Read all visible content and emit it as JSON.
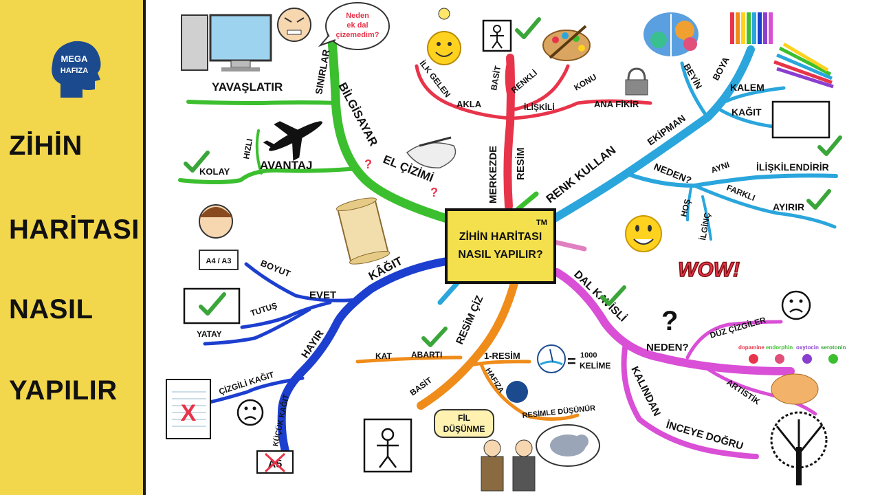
{
  "sidebar": {
    "logo_line1": "MEGA",
    "logo_line2": "HAFIZA",
    "words": [
      "ZİHİN",
      "HARİTASI",
      "NASIL",
      "YAPILIR"
    ]
  },
  "center": {
    "line1": "ZİHİN HARİTASI",
    "line2": "NASIL YAPILIR?",
    "tm": "TM"
  },
  "branches": {
    "bilgisayar": {
      "main": "BİLGİSAYAR",
      "q": "?",
      "sinirlar": "SINIRLAR",
      "yavaslatir": "YAVAŞLATIR",
      "avantaj": "AVANTAJ",
      "hizli": "HIZLI",
      "kolay": "KOLAY",
      "bubble": [
        "Neden",
        "ek dal",
        "çizemedim?"
      ]
    },
    "el_cizimi": {
      "main": "EL ÇİZİMİ",
      "q": "?"
    },
    "merkezde": {
      "main1": "MERKEZDE",
      "main2": "RESİM",
      "ilk_gelen": "İLK GELEN",
      "akla": "AKLA",
      "basit": "BASİT",
      "renkli": "RENKLİ",
      "iliskili": "İLİŞKİLİ",
      "konu": "KONU",
      "ana_fikir": "ANA FİKİR"
    },
    "renk": {
      "main": "RENK KULLAN",
      "ekipman": "EKİPMAN",
      "beyin": "BEYİN",
      "boya": "BOYA",
      "kalem": "KALEM",
      "kagit": "KAĞIT",
      "neden": "NEDEN?",
      "ayni": "AYNI",
      "iliskilendirir": "İLİŞKİLENDİRİR",
      "farkli": "FARKLI",
      "ayirir": "AYIRIR",
      "hos": "HOŞ",
      "ilginc": "İLGİNÇ",
      "wow": "WOW!"
    },
    "dal": {
      "main": "DAL KAVİSLİ",
      "neden": "NEDEN?",
      "duz": "DÜZ ÇİZGİLER",
      "artistik": "ARTİSTİK",
      "kalindan": "KALINDAN",
      "inceye": "İNCEYE DOĞRU",
      "brain_labels": [
        "dopamine",
        "endorphin",
        "oxytocin",
        "serotonin"
      ]
    },
    "resim_ciz": {
      "main": "RESİM ÇİZ",
      "kat": "KAT",
      "abarti": "ABARTI",
      "basit": "BASİT",
      "bir_resim": "1-RESİM",
      "equals": "=",
      "bin": "1000",
      "kelime": "KELİME",
      "hafiza": "HAFIZA",
      "resimle": "RESİMLE DÜŞÜNÜR",
      "fil1": "FİL",
      "fil2": "DÜŞÜNME"
    },
    "kagit": {
      "main": "KÂĞIT",
      "evet": "EVET",
      "boyut": "BOYUT",
      "tutus": "TUTUŞ",
      "yatay": "YATAY",
      "a4a3": "A4 / A3",
      "hayir": "HAYIR",
      "cizgili": "ÇİZGİLİ KAĞIT",
      "kucuk": "KÜÇÜK KAĞIT",
      "a5": "A5",
      "x": "X"
    }
  },
  "colors": {
    "green": "#3cbf2f",
    "red": "#e8344a",
    "blue_light": "#2aa6dc",
    "magenta": "#d94fd6",
    "orange": "#ef8c1a",
    "blue_dark": "#1d3fcf",
    "sidebar": "#f2d64b",
    "center": "#f4e04d",
    "check": "#3aa63a"
  }
}
